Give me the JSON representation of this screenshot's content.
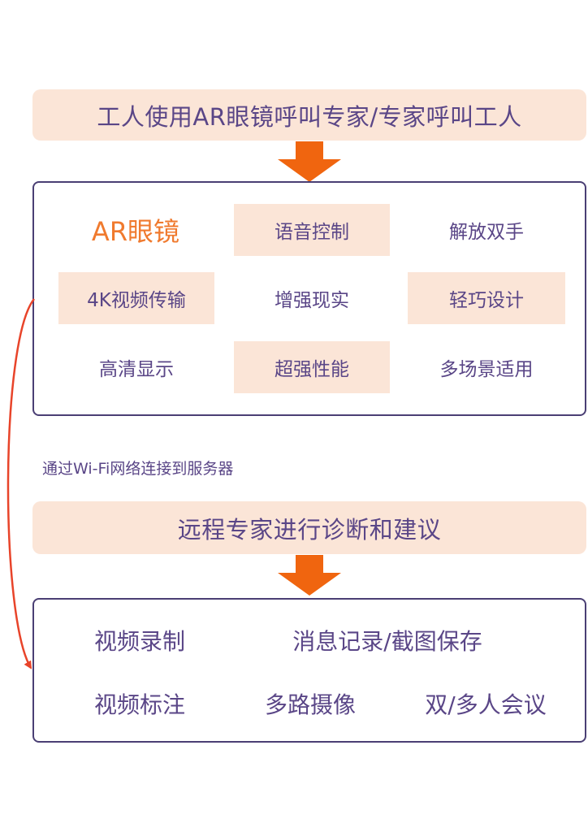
{
  "top_banner": "工人使用AR眼镜呼叫专家/专家呼叫工人",
  "features": {
    "title": "AR眼镜",
    "items": [
      "语音控制",
      "解放双手",
      "4K视频传输",
      "增强现实",
      "轻巧设计",
      "高清显示",
      "超强性能",
      "多场景适用"
    ]
  },
  "network_note": "通过Wi-Fi网络连接到服务器",
  "mid_banner": "远程专家进行诊断和建议",
  "functions": {
    "items": [
      "视频录制",
      "消息记录/截图保存",
      "视频标注",
      "多路摄像",
      "双/多人会议"
    ]
  },
  "colors": {
    "accent_orange": "#f07a2e",
    "arrow_orange": "#f0650f",
    "banner_fill": "#fbe5d7",
    "border_purple": "#4a3f74",
    "text_purple": "#5a4687",
    "connector_red": "#e8442a"
  }
}
